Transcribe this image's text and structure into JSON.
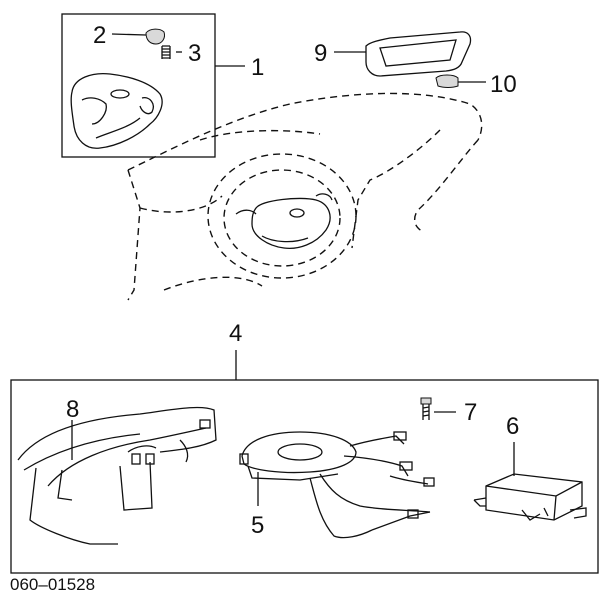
{
  "diagram_code": "060–01528",
  "callouts": {
    "c1": "1",
    "c2": "2",
    "c3": "3",
    "c4": "4",
    "c5": "5",
    "c6": "6",
    "c7": "7",
    "c8": "8",
    "c9": "9",
    "c10": "10"
  }
}
